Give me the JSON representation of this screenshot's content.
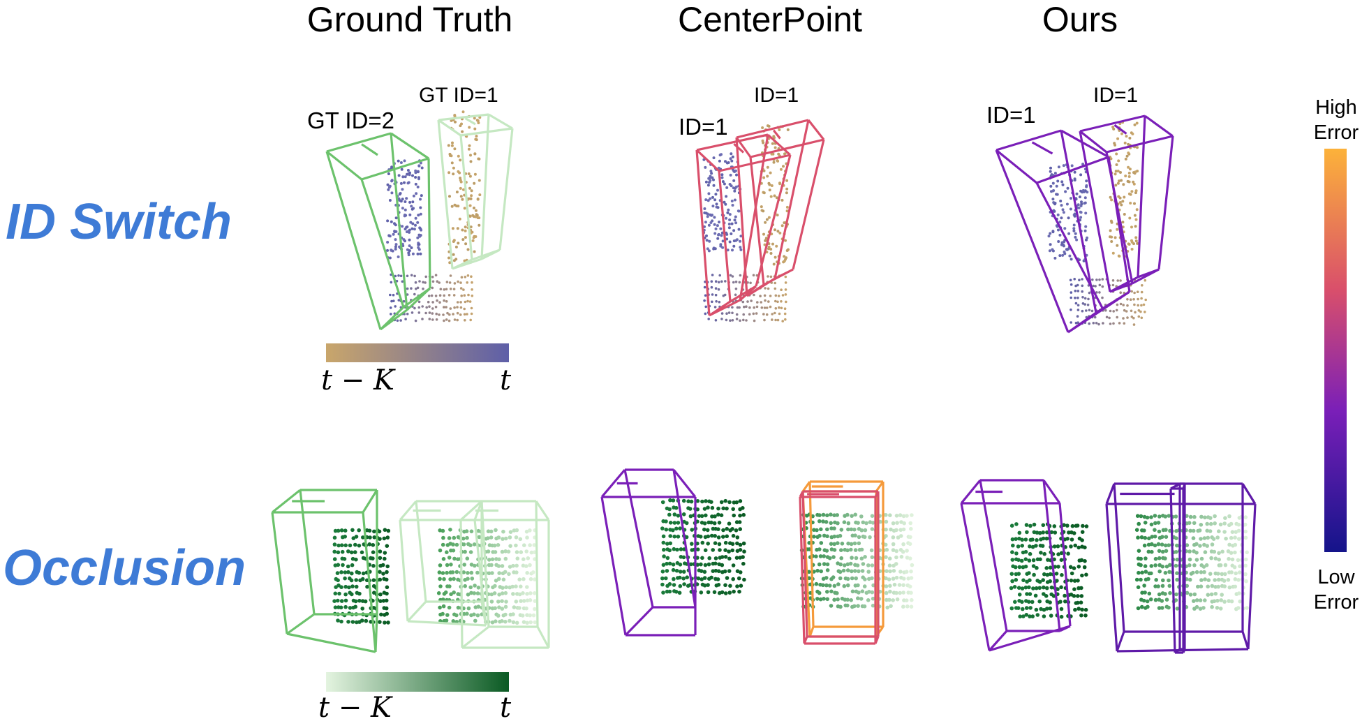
{
  "columns": {
    "ground_truth": "Ground Truth",
    "centerpoint": "CenterPoint",
    "ours": "Ours"
  },
  "rows": {
    "id_switch": "ID Switch",
    "occlusion": "Occlusion"
  },
  "id_switch_labels": {
    "gt_left": "GT ID=2",
    "gt_right": "GT ID=1",
    "cp_left": "ID=1",
    "cp_right": "ID=1",
    "ours_left": "ID=1",
    "ours_right": "ID=1"
  },
  "time_scale": {
    "start": "t − K",
    "end": "t"
  },
  "error_scale": {
    "high_line1": "High",
    "high_line2": "Error",
    "low_line1": "Low",
    "low_line2": "Error"
  },
  "colors": {
    "row_label": "#3e7bd6",
    "gt_box": "#6cc26c",
    "gt_box_faded": "#c5e8c2",
    "centerpoint_box": "#d94f6b",
    "centerpoint_box_high": "#f59a3b",
    "ours_box": "#7a1fb8",
    "ours_box_alt": "#5f1aa8",
    "time_start_tan": "#c9a66b",
    "time_end_blue": "#5e5fa8",
    "time_start_green": "#e4f4e0",
    "time_end_green": "#0a5a23",
    "error_low": "#14148a",
    "error_mid": "#b83289",
    "error_high": "#fcb23a"
  }
}
